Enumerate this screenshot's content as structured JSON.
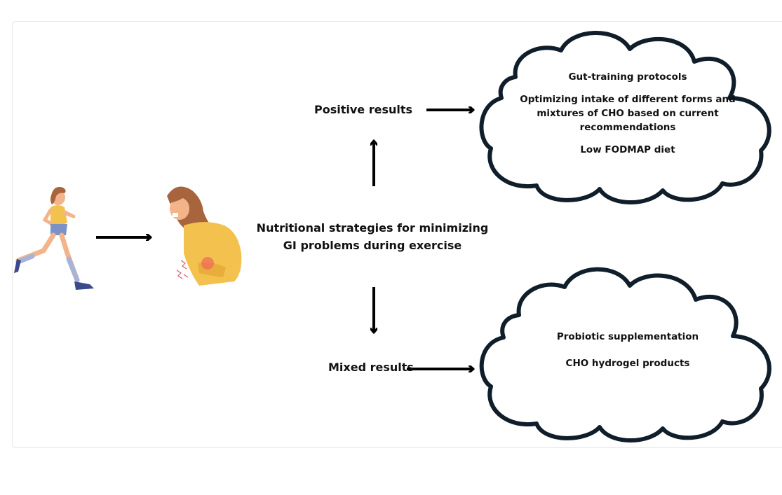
{
  "diagram": {
    "center_label_line1": "Nutritional strategies for minimizing",
    "center_label_line2": "GI problems during exercise",
    "positive_label": "Positive results",
    "mixed_label": "Mixed results",
    "positive_items": [
      "Gut-training protocols",
      "Optimizing intake of different forms and mixtures of CHO based on current recommendations",
      "Low FODMAP diet"
    ],
    "mixed_items": [
      "Probiotic supplementation",
      "CHO hydrogel products"
    ],
    "illustrations": {
      "runner": "woman-running-icon",
      "sick": "woman-stomach-ache-icon"
    },
    "colors": {
      "outline": "#0f1e2a",
      "shirt": "#f2c14e",
      "skin": "#f3b48a",
      "hair": "#a8643c",
      "socks": "#a8b3d6",
      "shorts": "#7d92c4"
    }
  }
}
